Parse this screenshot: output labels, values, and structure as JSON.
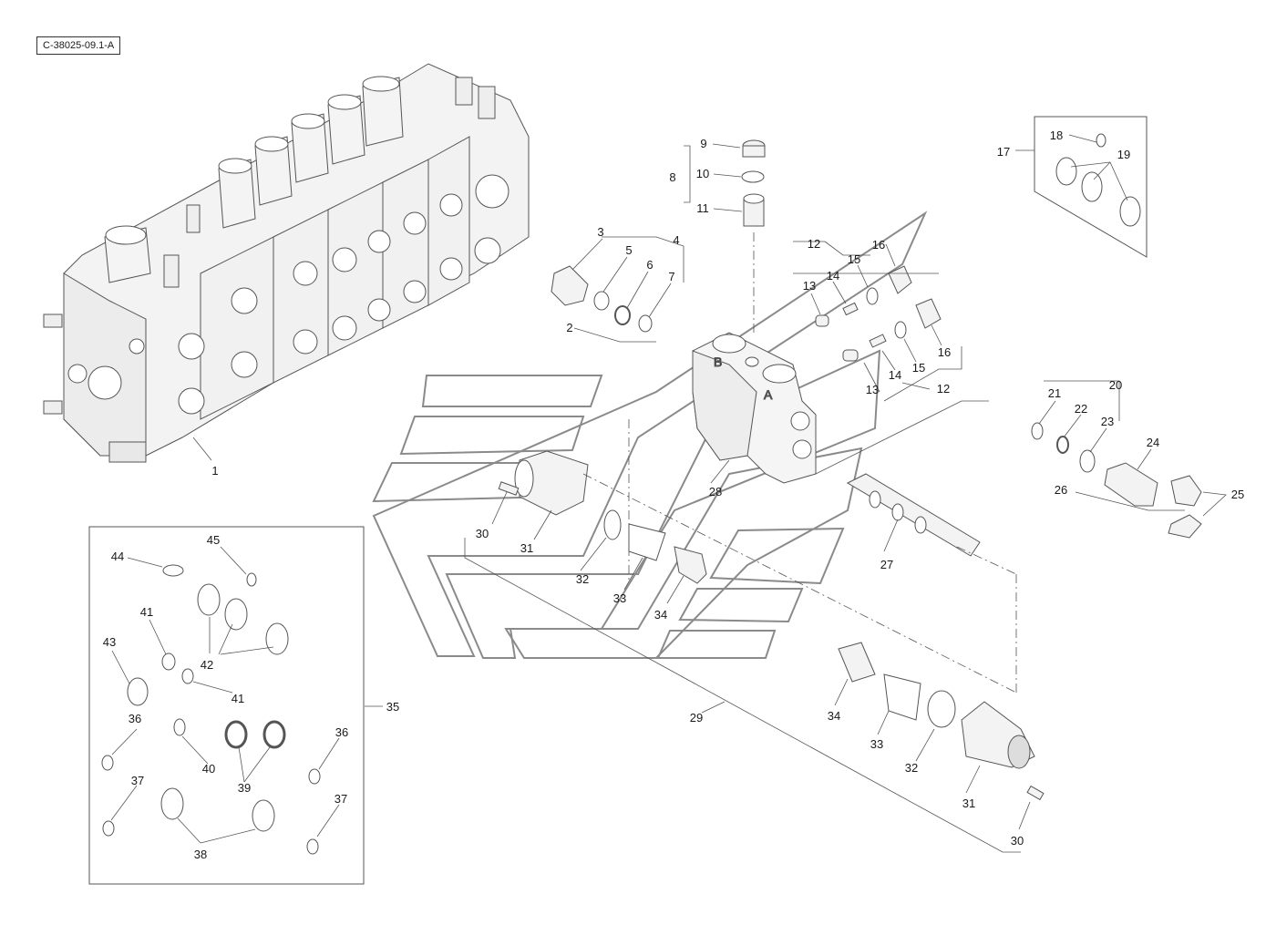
{
  "figure_id": "C-38025-09.1-A",
  "callouts": [
    "1",
    "2",
    "3",
    "4",
    "5",
    "6",
    "7",
    "8",
    "9",
    "10",
    "11",
    "12",
    "12",
    "13",
    "13",
    "14",
    "14",
    "15",
    "15",
    "16",
    "16",
    "17",
    "18",
    "19",
    "20",
    "21",
    "22",
    "23",
    "24",
    "25",
    "26",
    "27",
    "28",
    "29",
    "30",
    "30",
    "31",
    "31",
    "32",
    "32",
    "33",
    "33",
    "34",
    "34",
    "35",
    "36",
    "36",
    "37",
    "37",
    "38",
    "39",
    "40",
    "41",
    "41",
    "42",
    "43",
    "44",
    "45"
  ],
  "colors": {
    "line": "#555555",
    "band": "#8a8a8a",
    "text": "#1a1a1a",
    "part_fill": "#f4f4f4",
    "shade": "#bdbdbd"
  }
}
